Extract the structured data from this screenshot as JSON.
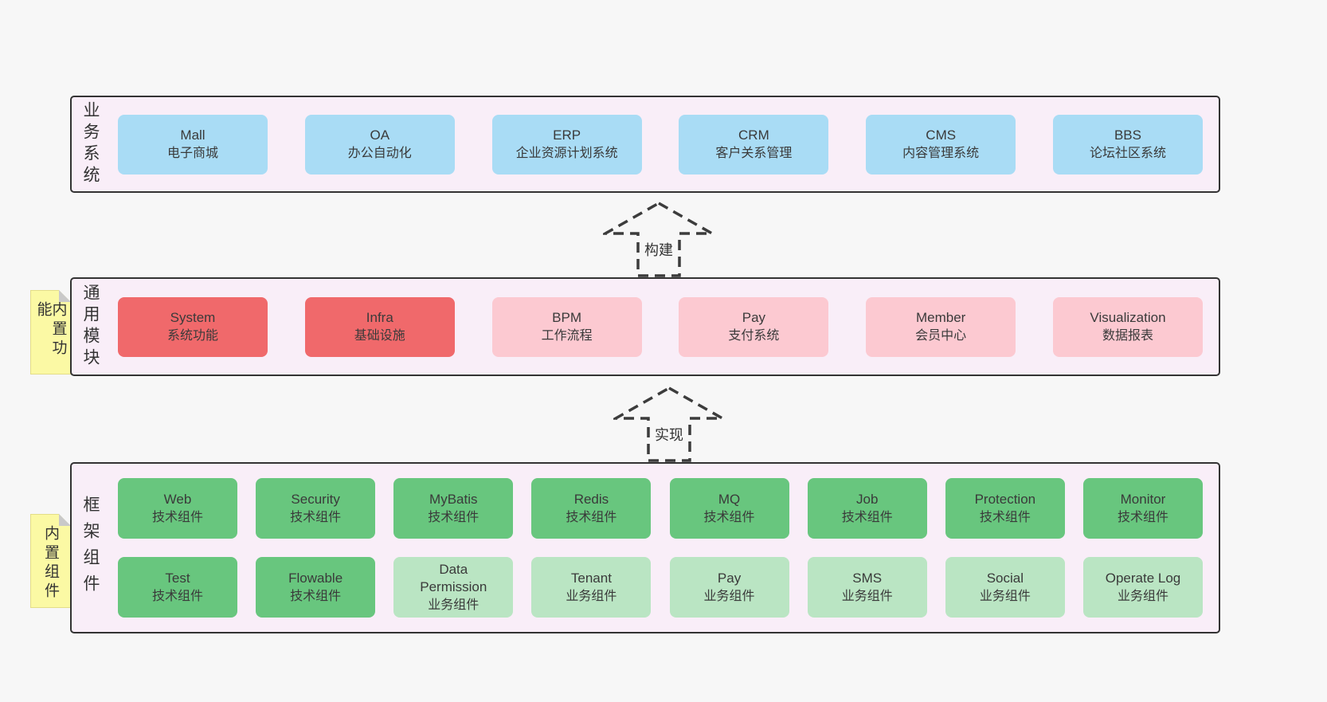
{
  "colors": {
    "page_bg": "#f7f7f7",
    "panel_bg": "#f9eef8",
    "panel_border": "#333333",
    "blue_box": "#a9dcf5",
    "red_box": "#f0696b",
    "pink_box": "#fcc9d1",
    "green_box": "#68c67e",
    "light_green_box": "#bae5c3",
    "note_bg": "#fbf9a4",
    "arrow_stroke": "#3c3c3c",
    "text": "#3a3a3a"
  },
  "panels": {
    "business": {
      "label": "业务系统",
      "boxes": [
        {
          "name": "Mall",
          "desc": "电子商城"
        },
        {
          "name": "OA",
          "desc": "办公自动化"
        },
        {
          "name": "ERP",
          "desc": "企业资源计划系统"
        },
        {
          "name": "CRM",
          "desc": "客户关系管理"
        },
        {
          "name": "CMS",
          "desc": "内容管理系统"
        },
        {
          "name": "BBS",
          "desc": "论坛社区系统"
        }
      ]
    },
    "modules": {
      "label": "通用模块",
      "note_label": "内置功能",
      "boxes": [
        {
          "name": "System",
          "desc": "系统功能"
        },
        {
          "name": "Infra",
          "desc": "基础设施"
        },
        {
          "name": "BPM",
          "desc": "工作流程"
        },
        {
          "name": "Pay",
          "desc": "支付系统"
        },
        {
          "name": "Member",
          "desc": "会员中心"
        },
        {
          "name": "Visualization",
          "desc": "数据报表"
        }
      ]
    },
    "components": {
      "label": "框架组件",
      "note_label": "内置组件",
      "rows": [
        [
          {
            "name": "Web",
            "desc": "技术组件"
          },
          {
            "name": "Security",
            "desc": "技术组件"
          },
          {
            "name": "MyBatis",
            "desc": "技术组件"
          },
          {
            "name": "Redis",
            "desc": "技术组件"
          },
          {
            "name": "MQ",
            "desc": "技术组件"
          },
          {
            "name": "Job",
            "desc": "技术组件"
          },
          {
            "name": "Protection",
            "desc": "技术组件"
          },
          {
            "name": "Monitor",
            "desc": "技术组件"
          }
        ],
        [
          {
            "name": "Test",
            "desc": "技术组件"
          },
          {
            "name": "Flowable",
            "desc": "技术组件"
          },
          {
            "name": "Data Permission",
            "desc": "业务组件"
          },
          {
            "name": "Tenant",
            "desc": "业务组件"
          },
          {
            "name": "Pay",
            "desc": "业务组件"
          },
          {
            "name": "SMS",
            "desc": "业务组件"
          },
          {
            "name": "Social",
            "desc": "业务组件"
          },
          {
            "name": "Operate Log",
            "desc": "业务组件"
          }
        ]
      ]
    }
  },
  "arrows": [
    {
      "label": "构建"
    },
    {
      "label": "实现"
    }
  ]
}
